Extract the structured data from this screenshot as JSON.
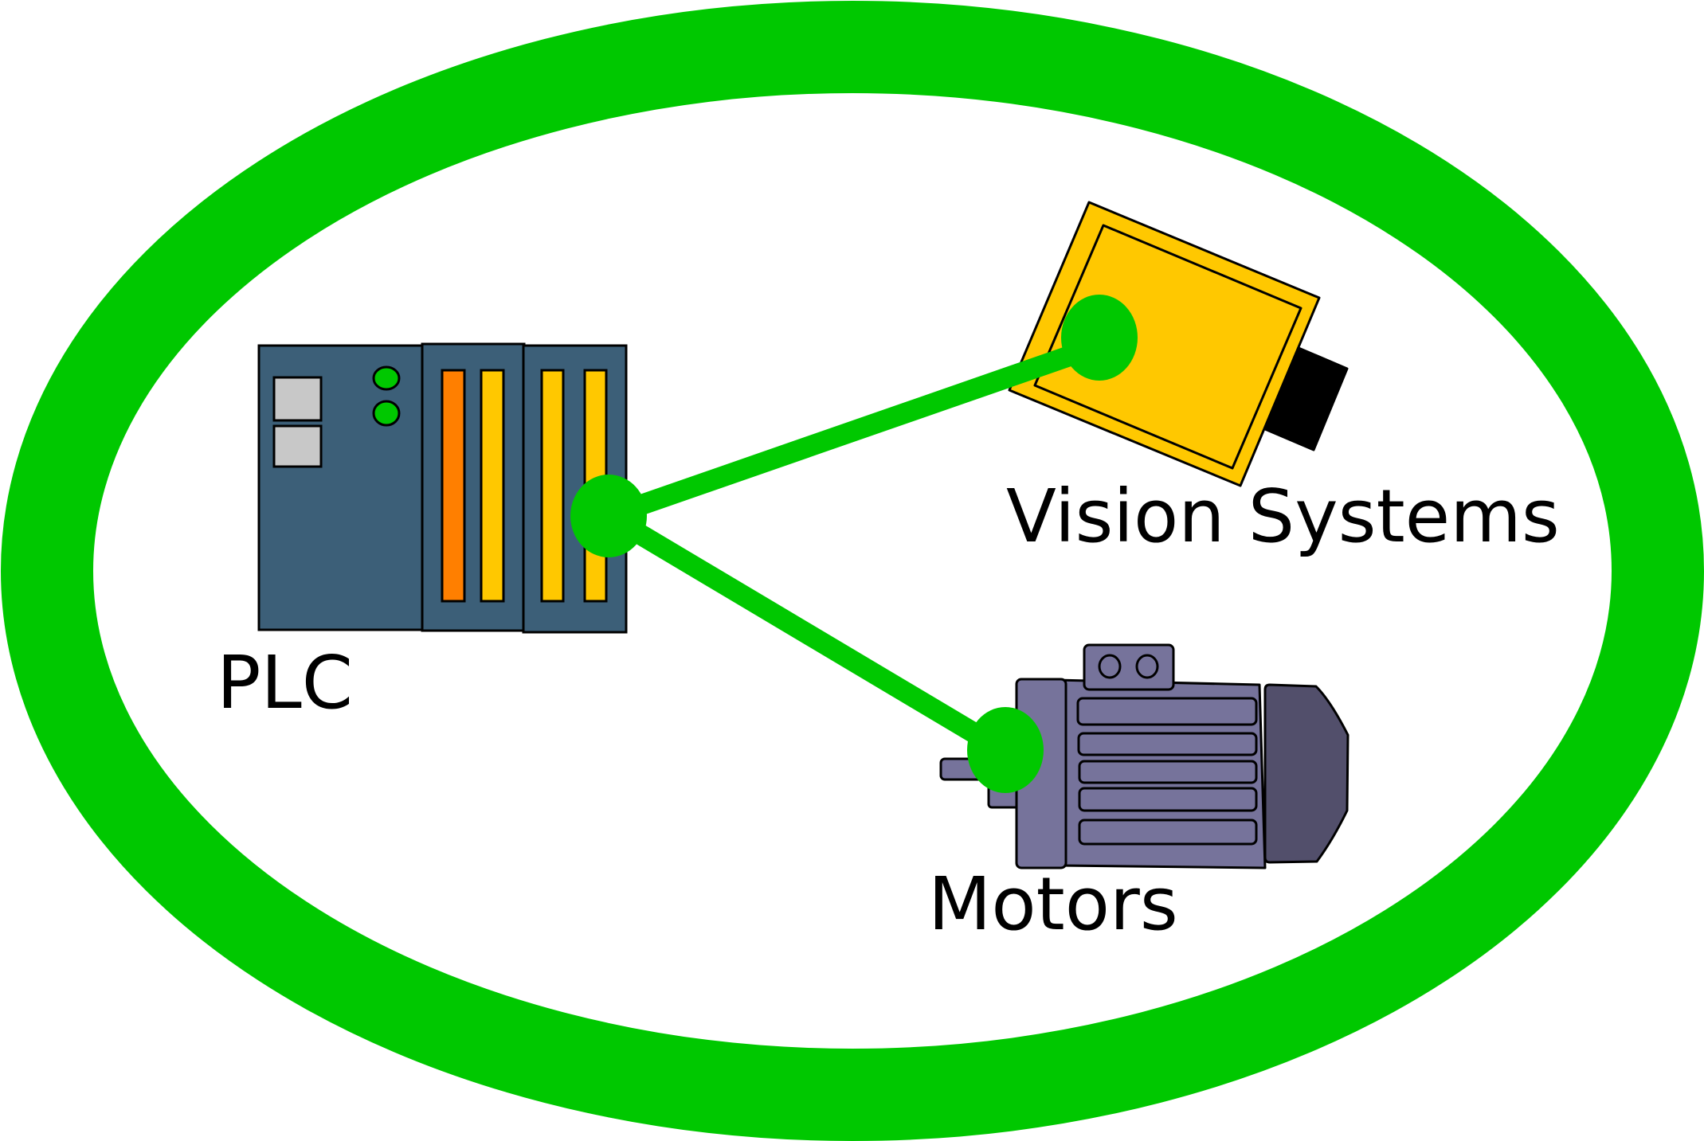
{
  "labels": {
    "plc": "PLC",
    "vision": "Vision Systems",
    "motors": "Motors"
  },
  "colors": {
    "network_green": "#00c800",
    "plc_body": "#3c5f78",
    "plc_port": "#c8c8c8",
    "plc_led": "#00c800",
    "module_orange": "#ff7f00",
    "module_yellow": "#ffc800",
    "camera_body": "#ffc800",
    "camera_lens": "#000000",
    "motor_body": "#76739b",
    "motor_fan": "#524f6b"
  },
  "icons": [
    "plc-icon",
    "camera-icon",
    "motor-icon"
  ]
}
